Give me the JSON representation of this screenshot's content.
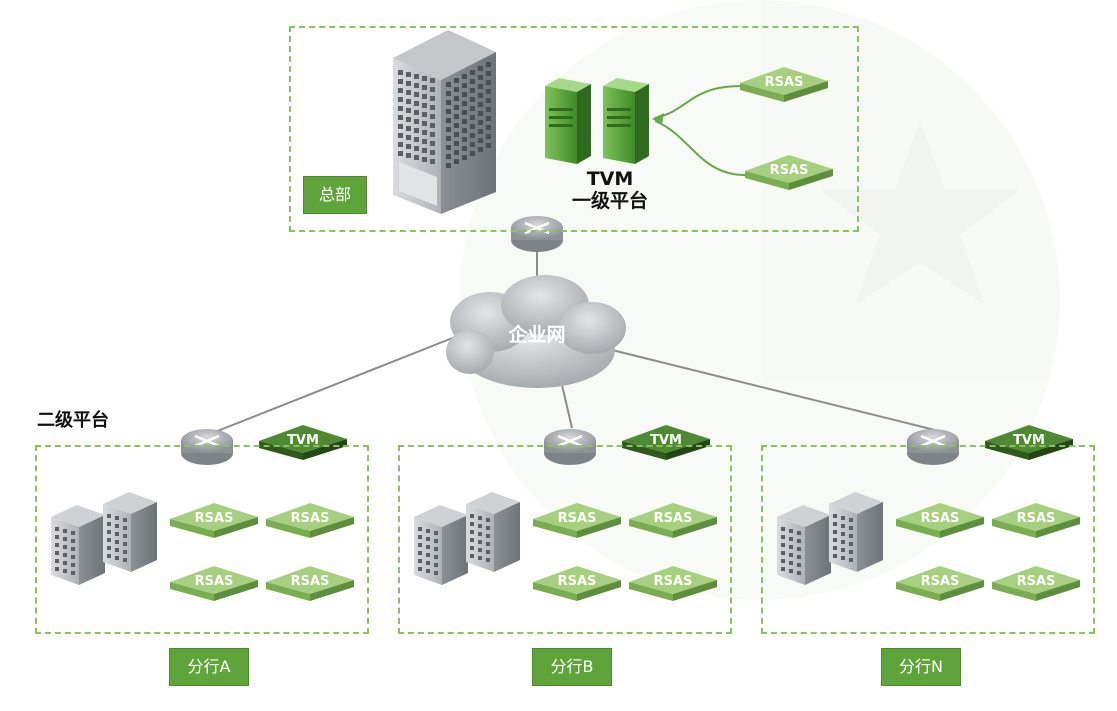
{
  "hq": {
    "label": "总部",
    "platform_name": "TVM",
    "platform_level": "一级平台",
    "devices": [
      "RSAS",
      "RSAS"
    ]
  },
  "network": {
    "label": "企业网"
  },
  "level2_label": "二级平台",
  "branches": [
    {
      "label": "分行A",
      "tvm": "TVM",
      "devices": [
        "RSAS",
        "RSAS",
        "RSAS",
        "RSAS"
      ]
    },
    {
      "label": "分行B",
      "tvm": "TVM",
      "devices": [
        "RSAS",
        "RSAS",
        "RSAS",
        "RSAS"
      ]
    },
    {
      "label": "分行N",
      "tvm": "TVM",
      "devices": [
        "RSAS",
        "RSAS",
        "RSAS",
        "RSAS"
      ]
    }
  ],
  "colors": {
    "accent_green": "#5fa33b",
    "dashed_border": "#8cc063",
    "tvm_dark": "#3f6e2a",
    "rsas_light": "#97c46f",
    "cloud": "#b9bcc0"
  }
}
